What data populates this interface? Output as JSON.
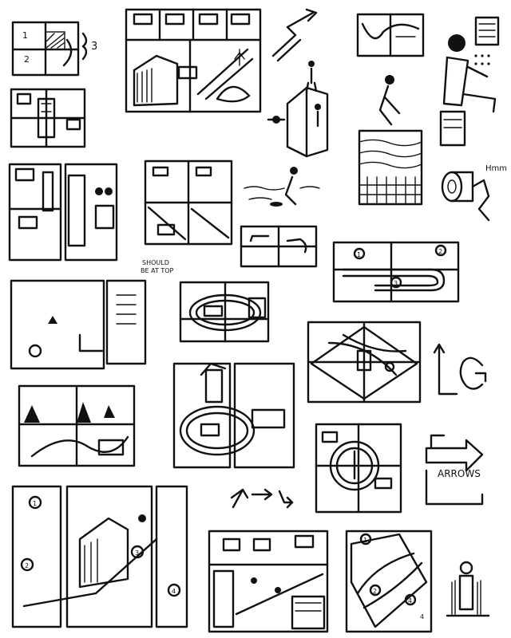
{
  "annotations": {
    "number_three": "3",
    "number_one": "1",
    "number_two": "2",
    "hmm": "Hmm",
    "should_be": "SHOULD",
    "be_at_top": "BE AT TOP",
    "arrows": "ARROWS",
    "path_markers": [
      "1",
      "2",
      "3",
      "4"
    ],
    "diamond_markers": [
      "1",
      "2",
      "4",
      "4"
    ]
  }
}
